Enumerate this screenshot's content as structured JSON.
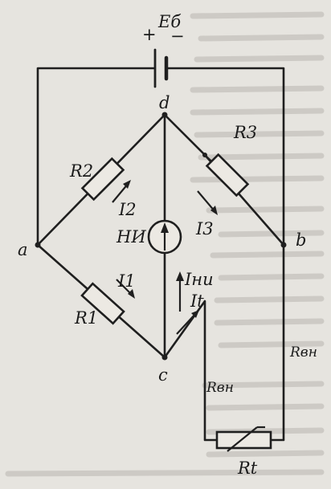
{
  "labels": {
    "source": "Eб",
    "plus": "+",
    "minus": "−",
    "node_d": "d",
    "node_a": "a",
    "node_b": "b",
    "node_c": "c",
    "r2": "R2",
    "r3": "R3",
    "r1": "R1",
    "rt": "Rt",
    "i2": "I2",
    "i3": "I3",
    "i1": "I1",
    "it": "It",
    "ini": "Iни",
    "ni": "НИ",
    "rvn_left": "Rвн",
    "rvn_right": "Rвн"
  }
}
